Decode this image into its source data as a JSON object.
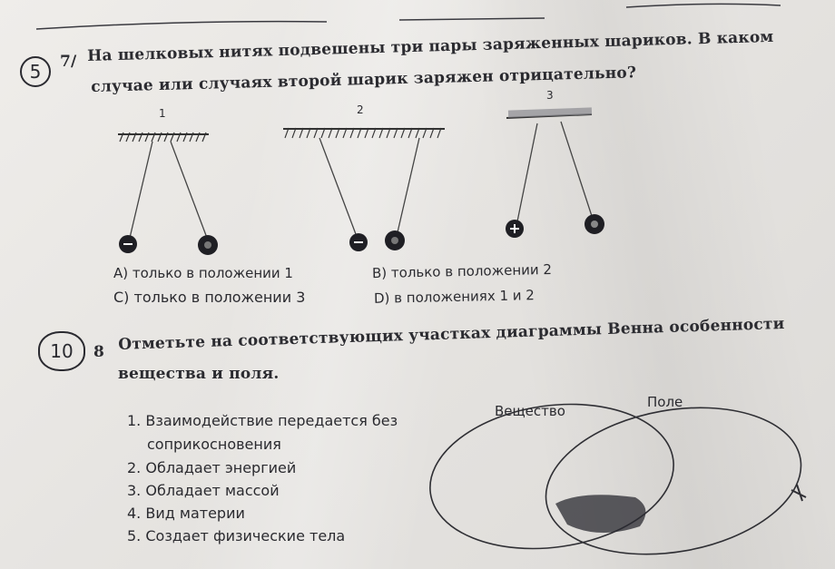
{
  "q5": {
    "circle_number": "5",
    "number": "7",
    "line1": "На шелковых нитях подвешены три пары заряженных шариков. В каком",
    "line2": "случае или случаях  второй шарик заряжен отрицательно?",
    "positions": [
      "1",
      "2",
      "3"
    ],
    "answers": {
      "a": "А) только в положении 1",
      "b": "В) только в положении 2",
      "c": "С) только в положении 3",
      "d": "D) в положениях 1 и 2"
    }
  },
  "q10": {
    "circle_number": "10",
    "number": "8",
    "line1": "Отметьте на соответствующих участках диаграммы Венна особенности",
    "line2": "вещества и поля.",
    "items": [
      "1. Взаимодействие передается без",
      "соприкосновения",
      "2. Обладает энергией",
      "3. Обладает массой",
      "4. Вид материи",
      "5. Создает физические тела"
    ],
    "venn_left": "Вещество",
    "venn_right": "Поле"
  },
  "colors": {
    "ink": "#2b2b30",
    "paper": "#e9e7e4"
  }
}
